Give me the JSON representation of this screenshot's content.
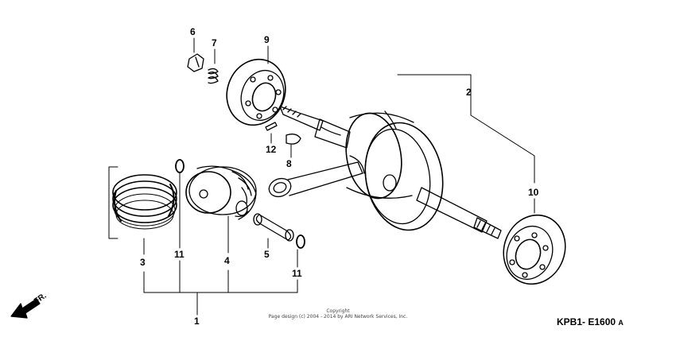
{
  "diagram": {
    "callouts": {
      "c1": "1",
      "c2": "2",
      "c3": "3",
      "c4": "4",
      "c5": "5",
      "c6": "6",
      "c7": "7",
      "c8": "8",
      "c9": "9",
      "c10": "10",
      "c11a": "11",
      "c11b": "11",
      "c12": "12"
    },
    "direction_label": "FR.",
    "copyright_line1": "Copyright",
    "copyright_line2": "Page design (c) 2004 - 2014 by ARI Network Services, Inc.",
    "figure_code": "KPB1- E1600",
    "figure_revision": "A"
  }
}
